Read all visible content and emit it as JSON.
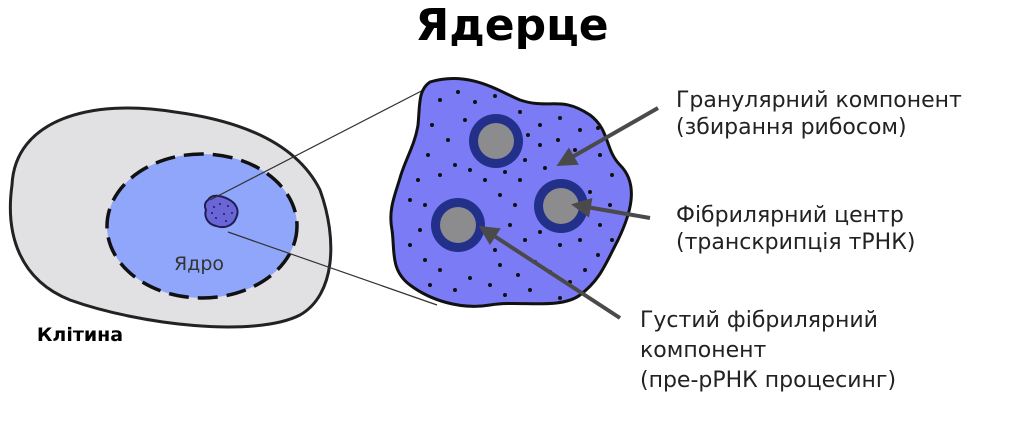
{
  "title": "Ядерце",
  "cell": {
    "label": "Клітина"
  },
  "nucleus": {
    "label": "Ядро"
  },
  "labels": {
    "granular": {
      "line1": "Гранулярний компонент",
      "line2": "(збирання рибосом)"
    },
    "fibrillar_center": {
      "line1": "Фібрилярний центр",
      "line2": "(транскрипція тРНК)"
    },
    "dense_fibrillar": {
      "line1": "Густий фібрилярний",
      "line2": "компонент",
      "line3": "(пре-рРНК процесинг)"
    }
  },
  "colors": {
    "cell_fill": "#e1e1e3",
    "nucleus_fill": "#8fa6fb",
    "nucleolus_fill": "#7b7bf5",
    "fibrillar_ring": "#22308a",
    "fibrillar_core": "#8c8c8e",
    "arrow": "#4a4a4a"
  }
}
